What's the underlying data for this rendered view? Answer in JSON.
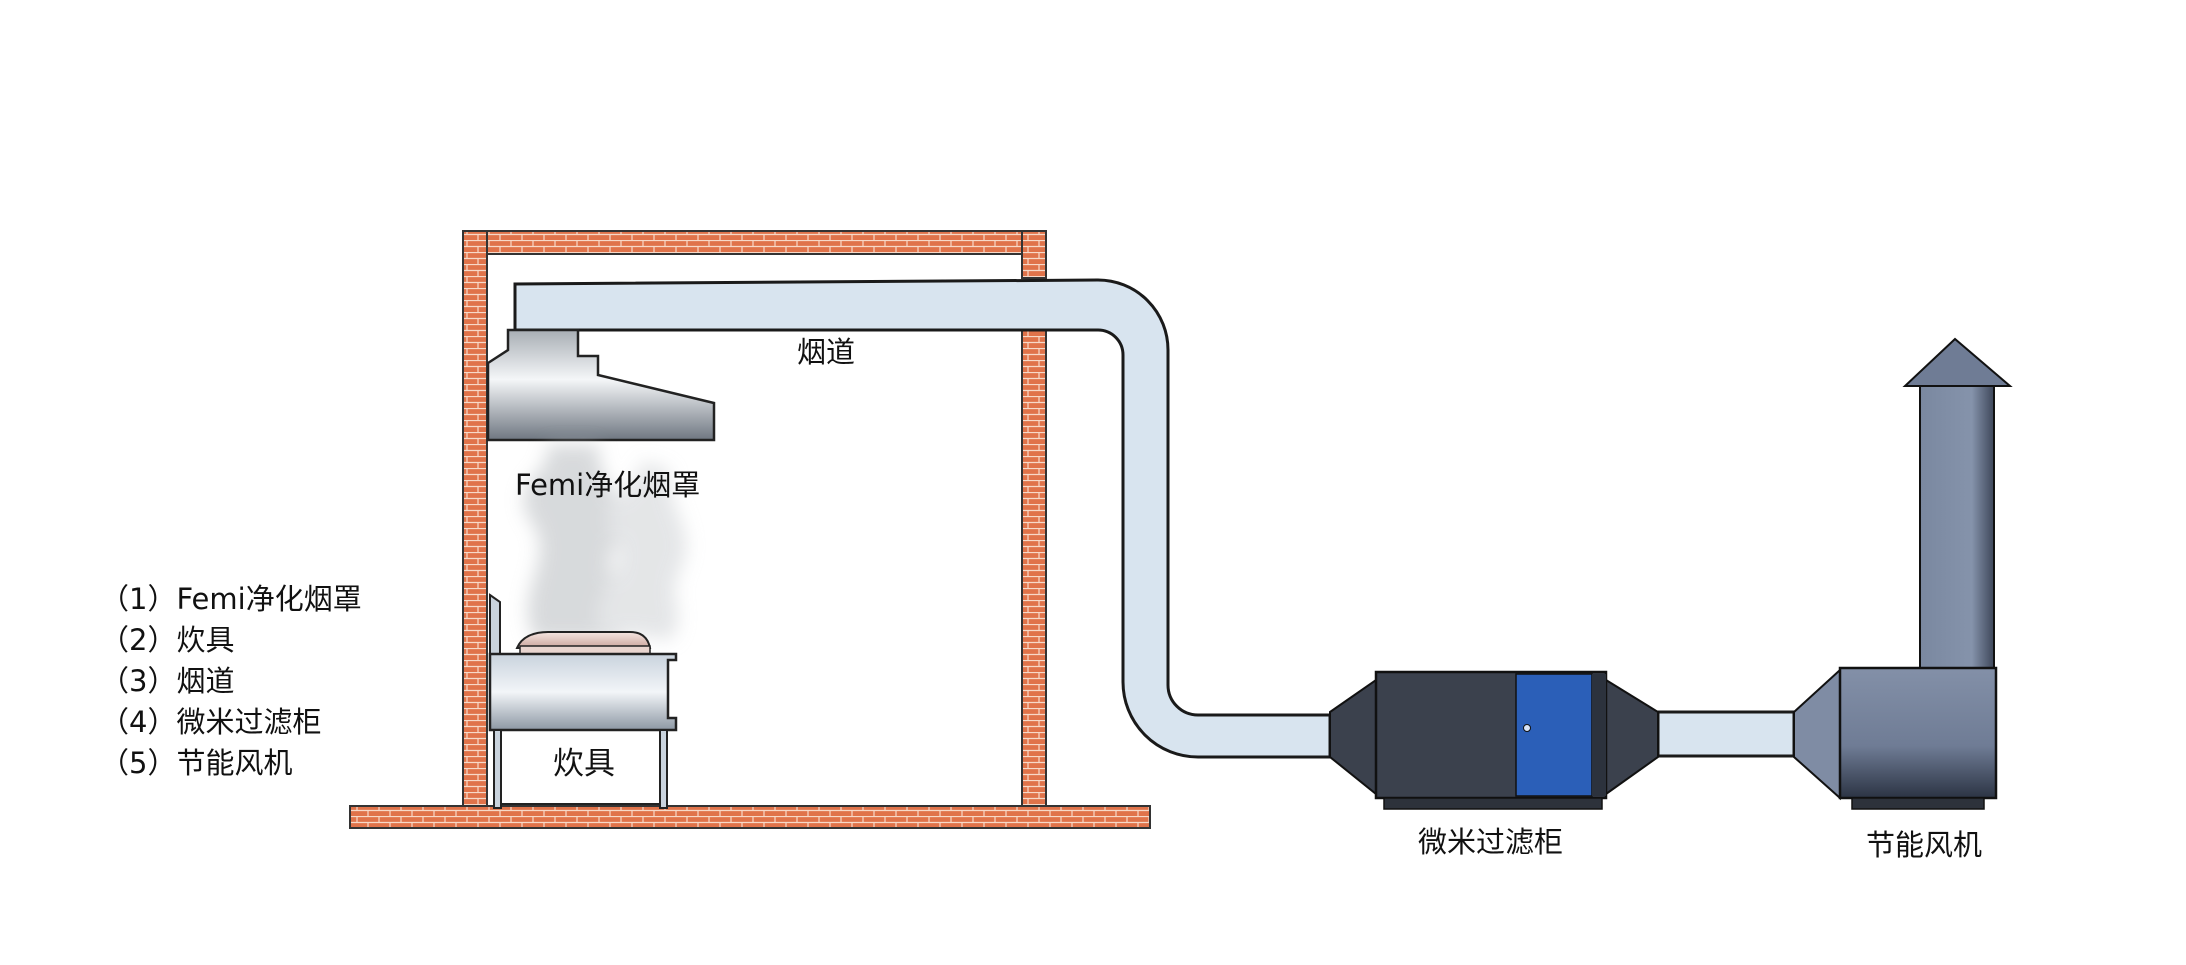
{
  "legend": {
    "items": [
      "（1）Femi净化烟罩",
      "（2）炊具",
      "（3）烟道",
      "（4）微米过滤柜",
      "（5）节能风机"
    ]
  },
  "labels": {
    "hood": "Femi净化烟罩",
    "cooker": "炊具",
    "duct": "烟道",
    "filter": "微米过滤柜",
    "fan": "节能风机"
  },
  "colors": {
    "brick": "#e0734a",
    "mortar": "#f7d9c8",
    "duct_fill": "#d8e4ef",
    "filter_body": "#3b414d",
    "filter_door": "#2b5fb8",
    "fan_body": "#6f7c95"
  }
}
